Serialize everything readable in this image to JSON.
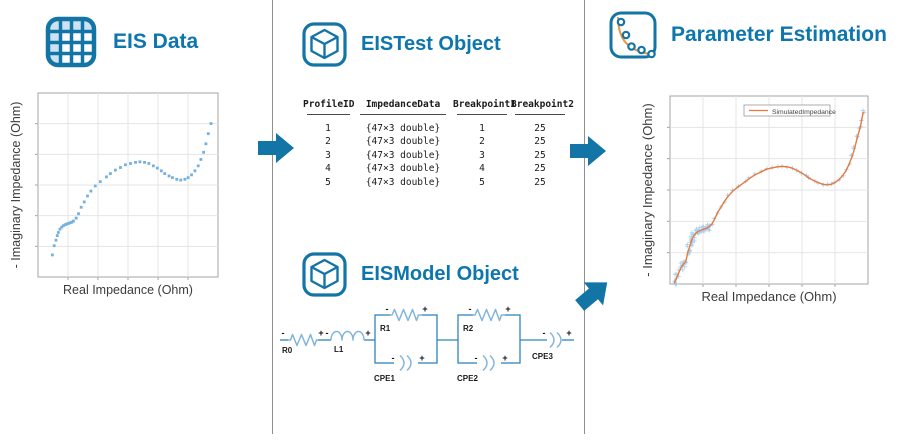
{
  "colors": {
    "brand_text": "#0d76ad",
    "icon_arrow_blue": "#1374a6",
    "icon_fill_light": "#cde2f0",
    "circuit_blue": "#2e86bc",
    "circuit_light_blue": "#82b5da",
    "scatter_blue": "#74b1e0",
    "marker_blue": "#8fc2ea",
    "fit_orange": "#e8793c",
    "icon_orange": "#e8973c",
    "grid_gray": "#e4e4e4",
    "axis_gray": "#a6a6a6",
    "label_gray": "#3d3d3d",
    "divider_gray": "#8f8f8f"
  },
  "panels": {
    "eis_data": {
      "title": "EIS Data",
      "icon": "grid-table-icon"
    },
    "eistest": {
      "title": "EISTest Object",
      "icon": "cube-icon"
    },
    "eismodel": {
      "title": "EISModel Object",
      "icon": "cube-icon"
    },
    "estimation": {
      "title": "Parameter Estimation",
      "icon": "curve-fit-icon"
    }
  },
  "table": {
    "columns": [
      "ProfileID",
      "ImpedanceData",
      "Breakpoint1",
      "Breakpoint2"
    ],
    "rows": [
      [
        "1",
        "{47×3 double}",
        "1",
        "25"
      ],
      [
        "2",
        "{47×3 double}",
        "2",
        "25"
      ],
      [
        "3",
        "{47×3 double}",
        "3",
        "25"
      ],
      [
        "4",
        "{47×3 double}",
        "4",
        "25"
      ],
      [
        "5",
        "{47×3 double}",
        "5",
        "25"
      ]
    ]
  },
  "circuit": {
    "labels": {
      "r0": "R0",
      "l1": "L1",
      "r1": "R1",
      "cpe1": "CPE1",
      "r2": "R2",
      "cpe2": "CPE2",
      "cpe3": "CPE3"
    },
    "signs": {
      "minus": "-",
      "plus": "+"
    }
  },
  "chart_data": [
    {
      "type": "scatter",
      "title": "",
      "xlabel": "Real Impedance (Ohm)",
      "ylabel": "- Imaginary Impedance (Ohm)",
      "tick_labels": "none",
      "grid": true,
      "axis_range_normalized": [
        0,
        1
      ],
      "points": [
        [
          0.08,
          0.12
        ],
        [
          0.09,
          0.17
        ],
        [
          0.1,
          0.2
        ],
        [
          0.107,
          0.225
        ],
        [
          0.113,
          0.242
        ],
        [
          0.122,
          0.26
        ],
        [
          0.132,
          0.271
        ],
        [
          0.141,
          0.279
        ],
        [
          0.151,
          0.284
        ],
        [
          0.16,
          0.288
        ],
        [
          0.169,
          0.291
        ],
        [
          0.179,
          0.295
        ],
        [
          0.188,
          0.298
        ],
        [
          0.197,
          0.304
        ],
        [
          0.212,
          0.32
        ],
        [
          0.225,
          0.344
        ],
        [
          0.24,
          0.379
        ],
        [
          0.257,
          0.408
        ],
        [
          0.275,
          0.44
        ],
        [
          0.294,
          0.467
        ],
        [
          0.318,
          0.495
        ],
        [
          0.346,
          0.518
        ],
        [
          0.38,
          0.544
        ],
        [
          0.402,
          0.562
        ],
        [
          0.43,
          0.581
        ],
        [
          0.458,
          0.595
        ],
        [
          0.486,
          0.61
        ],
        [
          0.514,
          0.617
        ],
        [
          0.542,
          0.623
        ],
        [
          0.566,
          0.626
        ],
        [
          0.592,
          0.623
        ],
        [
          0.616,
          0.617
        ],
        [
          0.641,
          0.604
        ],
        [
          0.663,
          0.592
        ],
        [
          0.685,
          0.577
        ],
        [
          0.704,
          0.562
        ],
        [
          0.728,
          0.549
        ],
        [
          0.747,
          0.54
        ],
        [
          0.771,
          0.531
        ],
        [
          0.793,
          0.527
        ],
        [
          0.816,
          0.531
        ],
        [
          0.834,
          0.54
        ],
        [
          0.853,
          0.555
        ],
        [
          0.872,
          0.577
        ],
        [
          0.89,
          0.604
        ],
        [
          0.905,
          0.639
        ],
        [
          0.92,
          0.678
        ],
        [
          0.933,
          0.724
        ],
        [
          0.946,
          0.779
        ],
        [
          0.961,
          0.834
        ]
      ]
    },
    {
      "type": "line+scatter",
      "title": "",
      "xlabel": "Real Impedance (Ohm)",
      "ylabel": "- Imaginary Impedance (Ohm)",
      "tick_labels": "none",
      "grid": true,
      "legend": {
        "position": "top-center",
        "entries": [
          "SimulatedImpedance"
        ]
      },
      "series_name": "SimulatedImpedance",
      "line_points": [
        [
          0.022,
          0.005
        ],
        [
          0.038,
          0.045
        ],
        [
          0.055,
          0.085
        ],
        [
          0.067,
          0.105
        ],
        [
          0.08,
          0.12
        ],
        [
          0.09,
          0.17
        ],
        [
          0.1,
          0.2
        ],
        [
          0.107,
          0.225
        ],
        [
          0.113,
          0.242
        ],
        [
          0.122,
          0.26
        ],
        [
          0.132,
          0.271
        ],
        [
          0.141,
          0.279
        ],
        [
          0.151,
          0.284
        ],
        [
          0.16,
          0.288
        ],
        [
          0.169,
          0.291
        ],
        [
          0.179,
          0.295
        ],
        [
          0.188,
          0.298
        ],
        [
          0.197,
          0.304
        ],
        [
          0.212,
          0.32
        ],
        [
          0.225,
          0.344
        ],
        [
          0.24,
          0.379
        ],
        [
          0.257,
          0.408
        ],
        [
          0.275,
          0.44
        ],
        [
          0.294,
          0.467
        ],
        [
          0.318,
          0.495
        ],
        [
          0.346,
          0.518
        ],
        [
          0.38,
          0.544
        ],
        [
          0.402,
          0.562
        ],
        [
          0.43,
          0.581
        ],
        [
          0.458,
          0.595
        ],
        [
          0.486,
          0.61
        ],
        [
          0.514,
          0.617
        ],
        [
          0.542,
          0.623
        ],
        [
          0.566,
          0.626
        ],
        [
          0.592,
          0.623
        ],
        [
          0.616,
          0.617
        ],
        [
          0.641,
          0.604
        ],
        [
          0.663,
          0.592
        ],
        [
          0.685,
          0.577
        ],
        [
          0.704,
          0.562
        ],
        [
          0.728,
          0.549
        ],
        [
          0.747,
          0.54
        ],
        [
          0.771,
          0.531
        ],
        [
          0.793,
          0.527
        ],
        [
          0.816,
          0.531
        ],
        [
          0.834,
          0.54
        ],
        [
          0.853,
          0.555
        ],
        [
          0.872,
          0.577
        ],
        [
          0.89,
          0.604
        ],
        [
          0.905,
          0.639
        ],
        [
          0.92,
          0.678
        ],
        [
          0.933,
          0.724
        ],
        [
          0.946,
          0.779
        ],
        [
          0.961,
          0.834
        ],
        [
          0.968,
          0.872
        ],
        [
          0.976,
          0.915
        ]
      ],
      "markers_follow_line": true
    }
  ]
}
